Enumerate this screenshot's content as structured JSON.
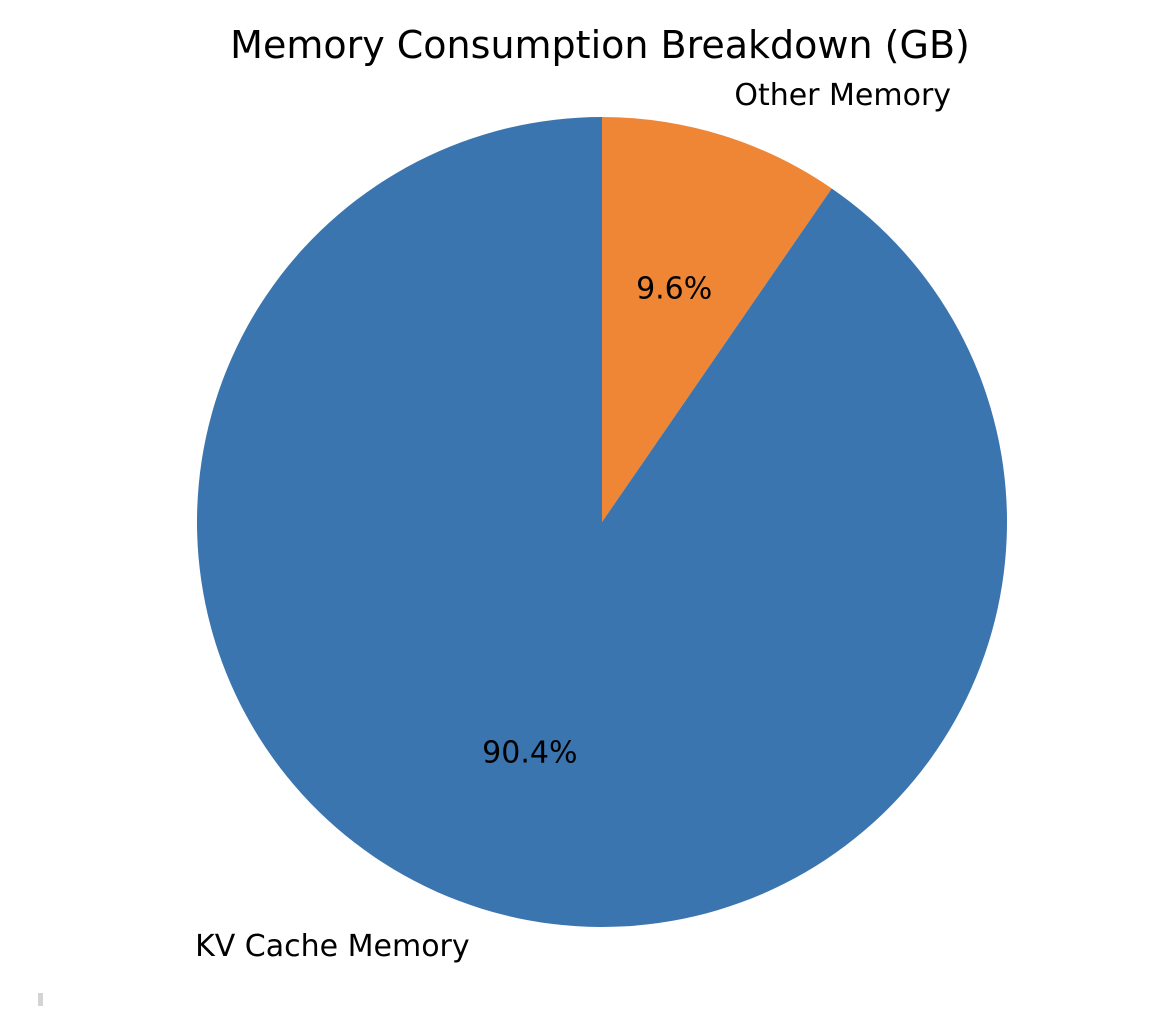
{
  "chart_data": {
    "type": "pie",
    "title": "Memory Consumption Breakdown (GB)",
    "start_angle_deg": 90,
    "direction": "clockwise",
    "slices": [
      {
        "label": "Other Memory",
        "percent": 9.6,
        "percent_label": "9.6%",
        "color": "#ef8636"
      },
      {
        "label": "KV Cache Memory",
        "percent": 90.4,
        "percent_label": "90.4%",
        "color": "#3b75af"
      }
    ]
  }
}
